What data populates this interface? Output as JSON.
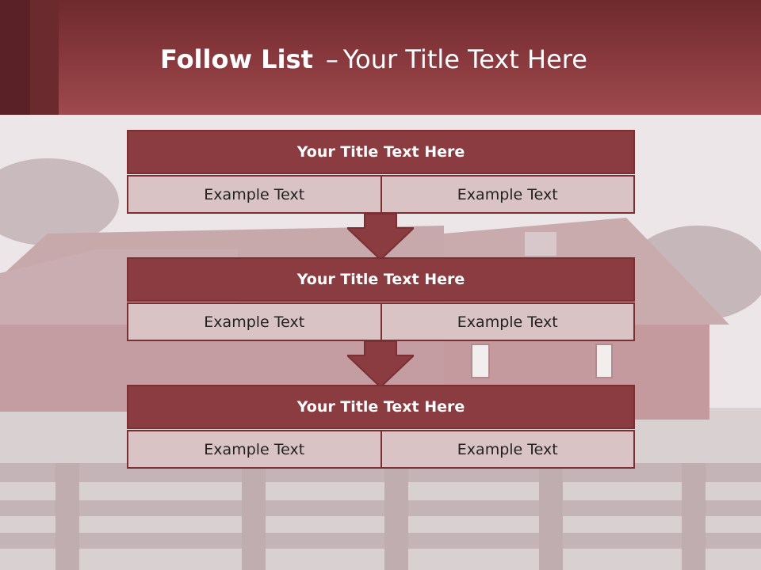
{
  "header": {
    "title_bold": "Follow List",
    "title_dash": "–",
    "title_rest": "Your Title Text Here"
  },
  "blocks": [
    {
      "title": "Your Title Text Here",
      "left": "Example Text",
      "right": "Example Text"
    },
    {
      "title": "Your Title Text Here",
      "left": "Example Text",
      "right": "Example Text"
    },
    {
      "title": "Your Title Text Here",
      "left": "Example Text",
      "right": "Example Text"
    }
  ],
  "colors": {
    "header_dark": "#6e2a2e",
    "block_title": "#8b3c40",
    "cell_fill": "#d9c3c5",
    "arrow": "#8b3c40"
  }
}
